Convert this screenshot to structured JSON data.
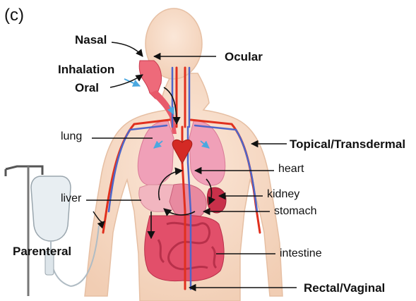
{
  "panel_label": "(c)",
  "routes": {
    "nasal": "Nasal",
    "ocular": "Ocular",
    "inhalation": "Inhalation",
    "oral": "Oral",
    "topical": "Topical/Transdermal",
    "parenteral": "Parenteral",
    "rectal": "Rectal/Vaginal"
  },
  "organs": {
    "lung": "lung",
    "heart": "heart",
    "liver": "liver",
    "kidney": "kidney",
    "stomach": "stomach",
    "intestine": "intestine"
  },
  "colors": {
    "skin": "#f7dcc8",
    "skin_outline": "#e6bfa3",
    "lung": "#f0a0b8",
    "liver": "#f2b6c0",
    "intestine": "#e24f6a",
    "artery": "#e0301e",
    "vein": "#4e66c9",
    "heart": "#d42a25",
    "inhalation_arrow": "#4aa8e0"
  }
}
